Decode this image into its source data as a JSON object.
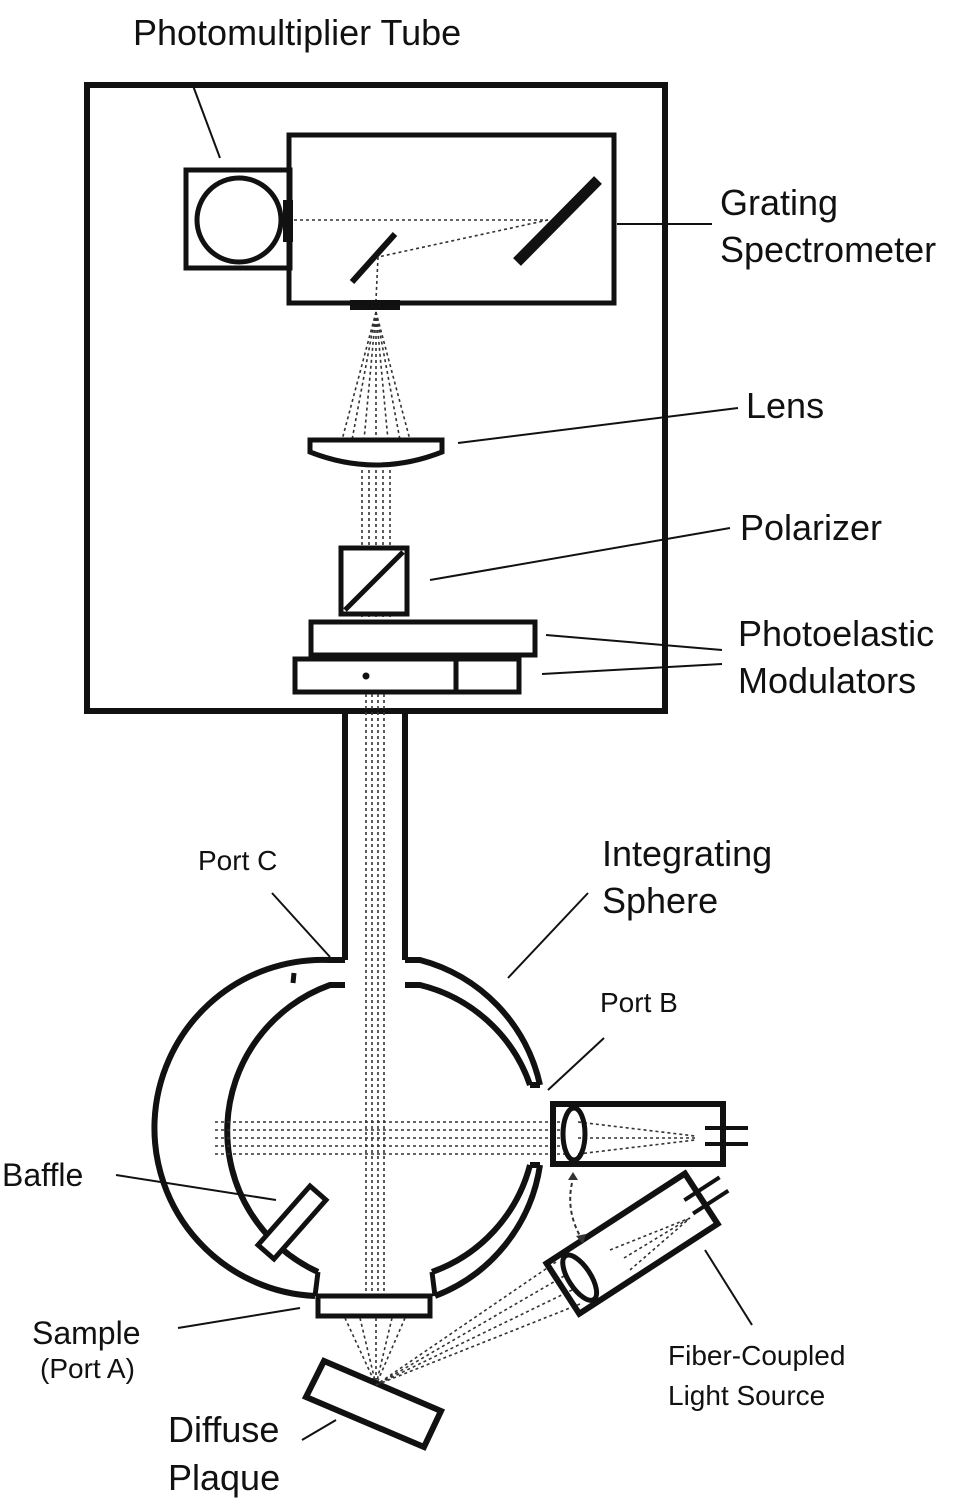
{
  "labels": {
    "photomultiplier_tube": "Photomultiplier Tube",
    "grating_spectrometer_line1": "Grating",
    "grating_spectrometer_line2": "Spectrometer",
    "lens": "Lens",
    "polarizer": "Polarizer",
    "photoelastic_modulators_line1": "Photoelastic",
    "photoelastic_modulators_line2": "Modulators",
    "port_c": "Port C",
    "integrating_sphere_line1": "Integrating",
    "integrating_sphere_line2": "Sphere",
    "port_b": "Port B",
    "baffle": "Baffle",
    "sample_line1": "Sample",
    "sample_line2": "(Port A)",
    "diffuse_plaque_line1": "Diffuse",
    "diffuse_plaque_line2": "Plaque",
    "light_source_line1": "Fiber-Coupled",
    "light_source_line2": "Light Source"
  }
}
